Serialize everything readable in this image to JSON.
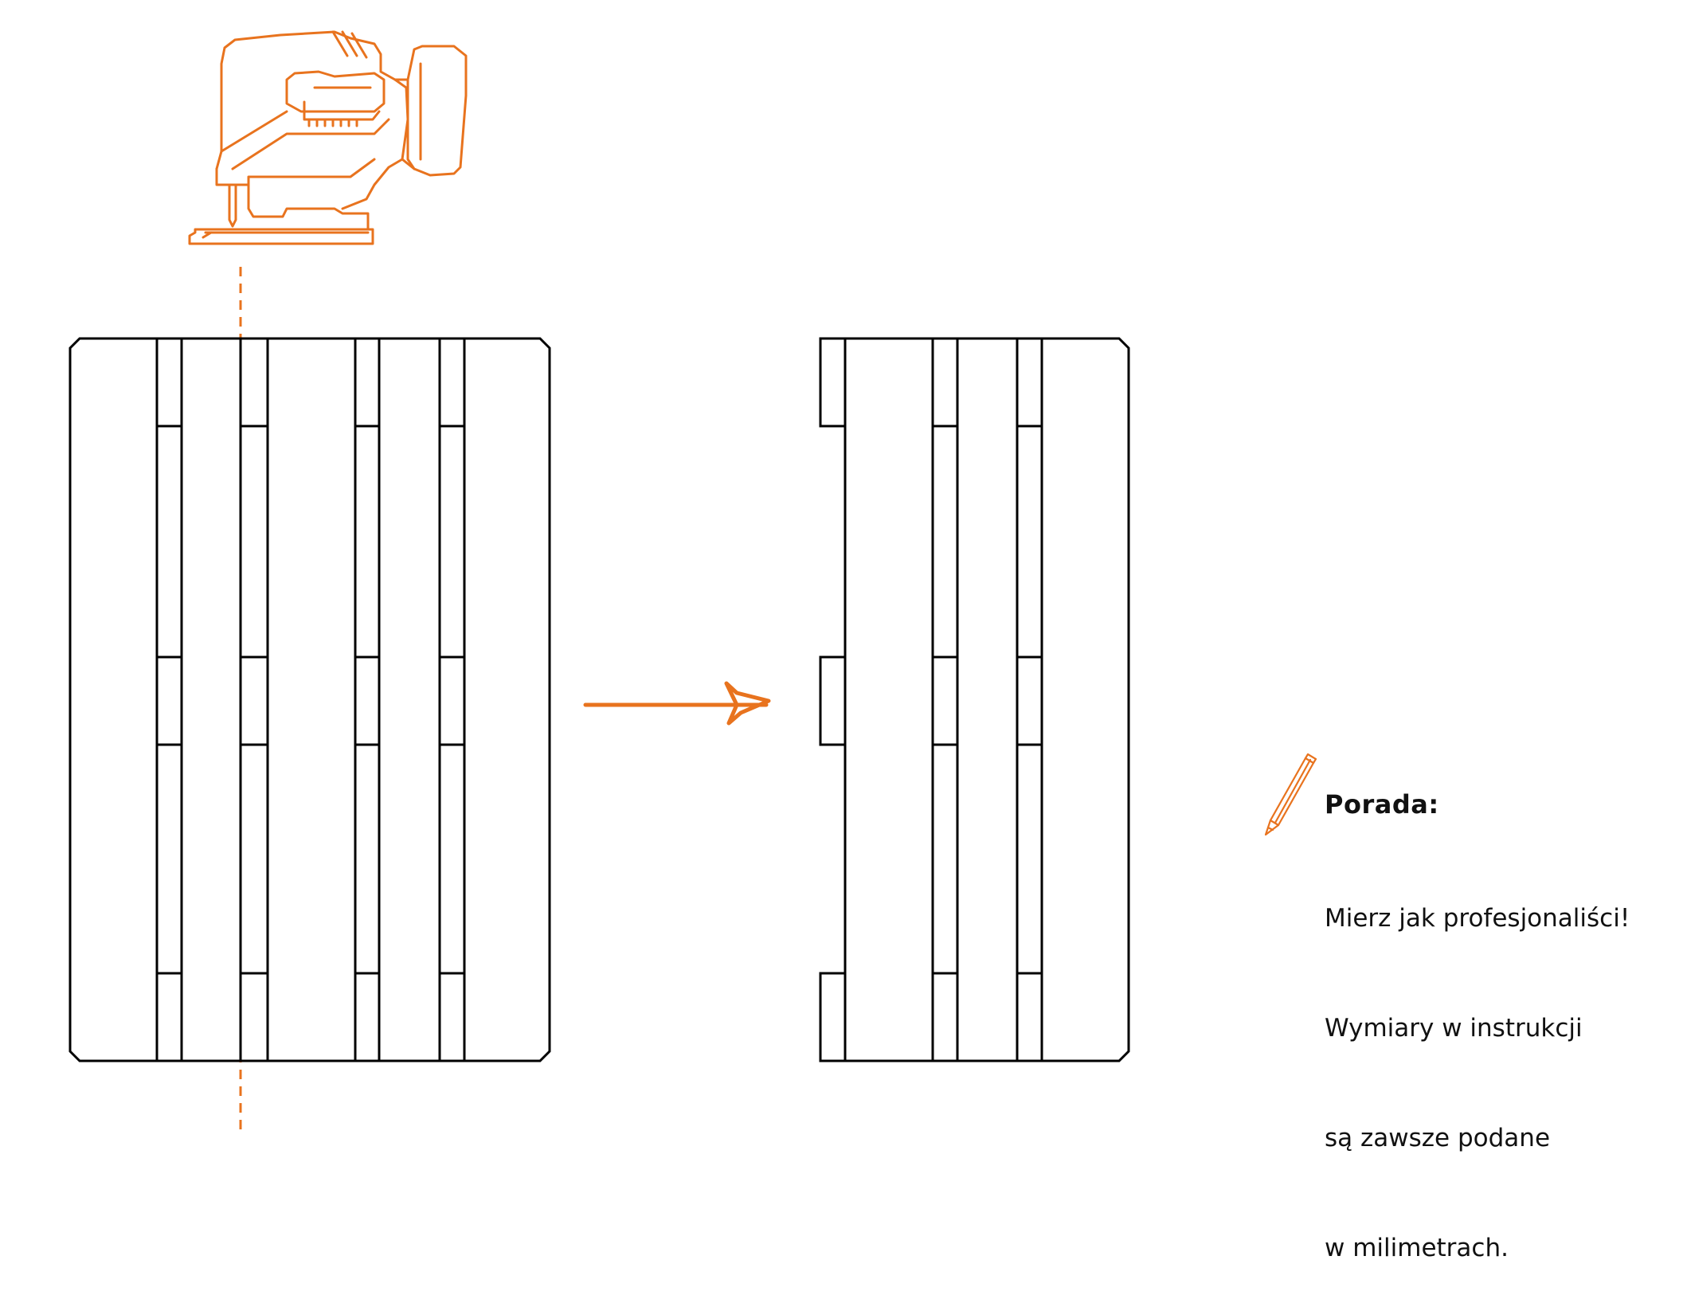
{
  "tip": {
    "heading": "Porada:",
    "lines": [
      "Mierz jak profesjonaliści!",
      "Wymiary w instrukcji",
      "są zawsze podane",
      "w milimetrach."
    ],
    "icon": "pencil-icon"
  },
  "illustration": {
    "tool_icon": "jigsaw-icon",
    "cut_line_color": "#e8731e",
    "outline_color": "#000000",
    "accent_color": "#e8731e"
  }
}
